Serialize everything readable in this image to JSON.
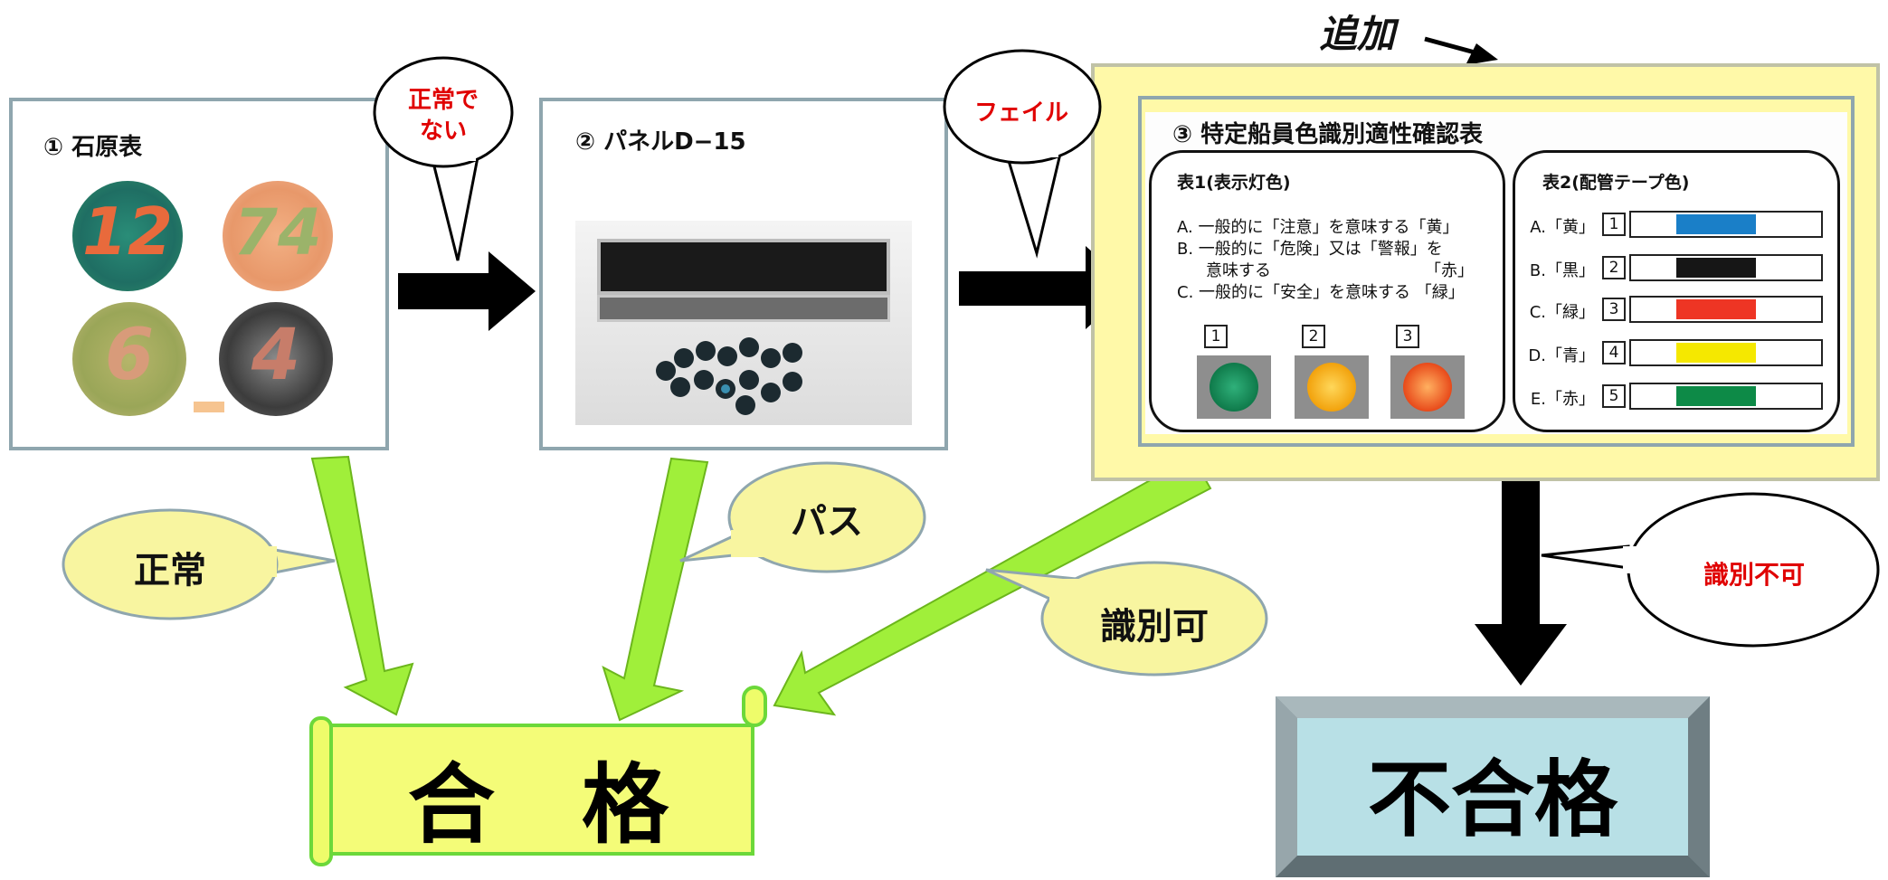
{
  "header": {
    "added_label": "追加"
  },
  "panel1": {
    "title": "① 石原表",
    "plates": [
      "12",
      "74",
      "6",
      "4"
    ]
  },
  "panel2": {
    "title": "② パネルD−15"
  },
  "panel3": {
    "title": "③ 特定船員色識別適性確認表",
    "table1": {
      "title": "表1(表示灯色)",
      "lines": [
        "A. 一般的に「注意」を意味する「黄」",
        "B. 一般的に「危険」又は「警報」を",
        "意味する",
        "「赤」",
        "C. 一般的に「安全」を意味する 「緑」"
      ],
      "lamps": [
        {
          "number": "1",
          "color": "#0f7a4a"
        },
        {
          "number": "2",
          "color": "#f2a20c"
        },
        {
          "number": "3",
          "color": "#e84a1a"
        }
      ]
    },
    "table2": {
      "title": "表2(配管テープ色)",
      "rows": [
        {
          "label": "A.「黄」",
          "number": "1",
          "color": "#1a7fc8"
        },
        {
          "label": "B.「黒」",
          "number": "2",
          "color": "#161616"
        },
        {
          "label": "C.「緑」",
          "number": "3",
          "color": "#ee3524"
        },
        {
          "label": "D.「青」",
          "number": "4",
          "color": "#f5e800"
        },
        {
          "label": "E.「赤」",
          "number": "5",
          "color": "#0d8a47"
        }
      ]
    }
  },
  "callouts": {
    "not_normal": [
      "正常で",
      "ない"
    ],
    "fail": "フェイル",
    "normal": "正常",
    "pass": "パス",
    "identifiable": "識別可",
    "not_identifiable": "識別不可"
  },
  "results": {
    "pass": "合　格",
    "fail": "不合格"
  },
  "colors": {
    "panel_border": "#8fa6ae",
    "highlight_bg": "#fff9a8",
    "green_arrow": "#a0ef3a",
    "callout_bg": "#f8f5a0",
    "fail_box": "#b8e0e6",
    "scroll_bg": "#f4fc78",
    "alert_text": "#e00000"
  }
}
